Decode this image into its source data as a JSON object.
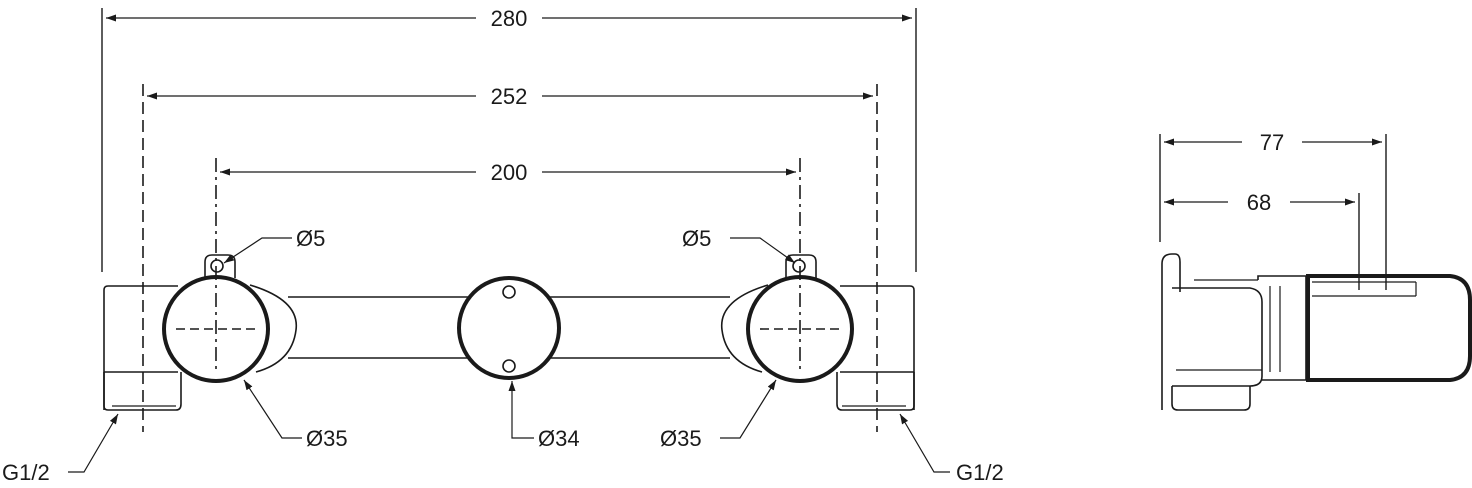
{
  "dimensions": {
    "overall_width": "280",
    "center_width": "252",
    "spindle_spacing": "200",
    "depth_total": "77",
    "depth_body": "68"
  },
  "labels": {
    "pin_left": "Ø5",
    "pin_right": "Ø5",
    "handle_left": "Ø35",
    "handle_right": "Ø35",
    "center_knob": "Ø34",
    "thread_left": "G1/2",
    "thread_right": "G1/2"
  },
  "colors": {
    "line": "#1a1a1a",
    "background": "#ffffff"
  }
}
